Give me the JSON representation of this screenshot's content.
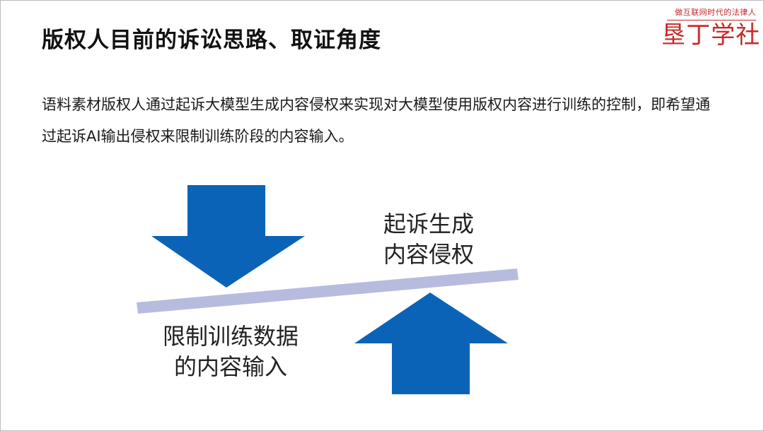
{
  "slide": {
    "title": "版权人目前的诉讼思路、取证角度",
    "body": "语料素材版权人通过起诉大模型生成内容侵权来实现对大模型使用版权内容进行训练的控制，即希望通过起诉AI输出侵权来限制训练阶段的内容输入。"
  },
  "logo": {
    "tagline": "做互联网时代的法律人",
    "name": "垦丁学社",
    "color": "#c62828"
  },
  "diagram": {
    "right_label": [
      "起诉生成",
      "内容侵权"
    ],
    "left_label": [
      "限制训练数据",
      "的内容输入"
    ],
    "arrow_color": "#0b63b8",
    "beam_color": "#b7bcdf",
    "down_arrow_icon": "down-arrow-icon",
    "up_arrow_icon": "up-arrow-icon"
  }
}
